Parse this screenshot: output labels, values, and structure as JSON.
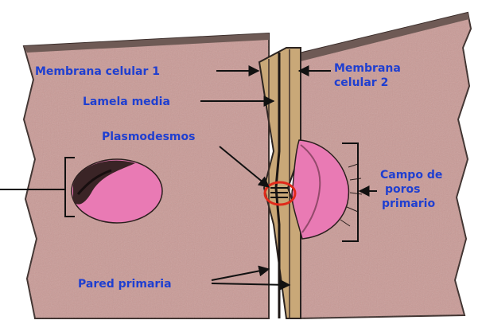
{
  "labels": {
    "membrane_1": "Membrana celular 1",
    "membrane_2_line1": "Membrana",
    "membrane_2_line2": "celular 2",
    "middle_lamella": "Lamela media",
    "plasmodesmata": "Plasmodesmos",
    "pit_field_line1": "Campo de",
    "pit_field_line2": "poros",
    "pit_field_line3": "primario",
    "primary_wall": "Pared primaria"
  },
  "colors": {
    "wall_surface": "#c99a96",
    "wall_edge": "#4a3a36",
    "lamella_band": "#c9a878",
    "pit_pink": "#e97ab4",
    "label_blue": "#1f3fd0",
    "highlight_circle": "#e02a1a"
  }
}
